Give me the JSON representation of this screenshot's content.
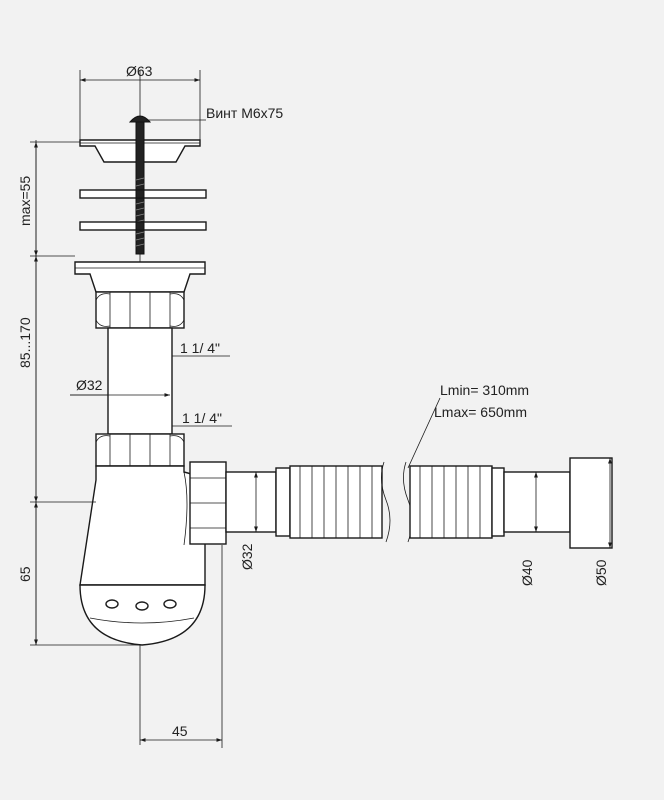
{
  "labels": {
    "d63": "Ø63",
    "screw": "Винт М6х75",
    "max55": "max=55",
    "h85_170": "85...170",
    "thread_top": "1 1/ 4\"",
    "d32_top": "Ø32",
    "thread_bottom": "1 1/ 4\"",
    "lmin": "Lmin= 310mm",
    "lmax": "Lmax= 650mm",
    "d32_outlet": "Ø32",
    "d40": "Ø40",
    "d50": "Ø50",
    "h65": "65",
    "w45": "45"
  }
}
